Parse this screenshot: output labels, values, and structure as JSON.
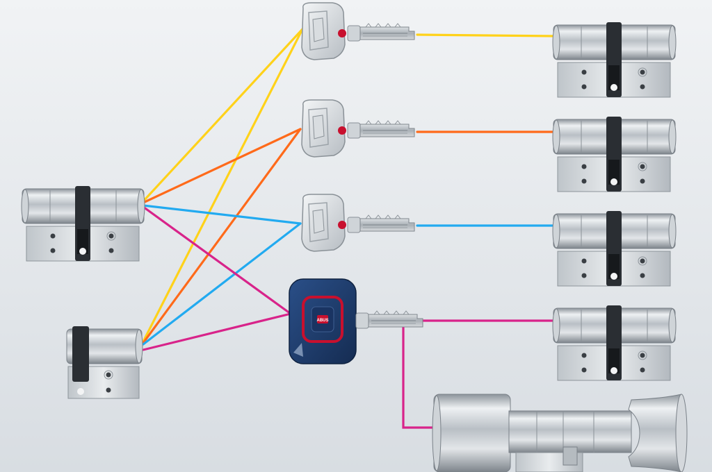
{
  "diagram": {
    "background": {
      "top": "#f1f3f5",
      "bottom": "#d8dde2"
    },
    "colors": {
      "line_yellow": "#ffd21a",
      "line_orange": "#ff6a1a",
      "line_blue": "#22aaf0",
      "line_magenta": "#d8238a",
      "cylinder_metal": "#c9ced3",
      "cylinder_dark": "#2a2e33",
      "transponder_body": "#1e3d6e",
      "brand_red": "#c8102e"
    },
    "master_cylinders": [
      {
        "name": "master-cylinder-top",
        "icon": "double-cylinder-icon"
      },
      {
        "name": "master-cylinder-bottom",
        "icon": "half-cylinder-icon"
      }
    ],
    "keys": [
      {
        "name": "key-yellow",
        "icon": "key-icon",
        "line_color": "line_yellow"
      },
      {
        "name": "key-orange",
        "icon": "key-icon",
        "line_color": "line_orange"
      },
      {
        "name": "key-blue",
        "icon": "key-icon",
        "line_color": "line_blue"
      },
      {
        "name": "key-magenta-transponder",
        "icon": "transponder-key-icon",
        "line_color": "line_magenta",
        "logo_text": "ABUS"
      }
    ],
    "target_cylinders": [
      {
        "name": "cylinder-yellow",
        "icon": "double-cylinder-icon"
      },
      {
        "name": "cylinder-orange",
        "icon": "double-cylinder-icon"
      },
      {
        "name": "cylinder-blue",
        "icon": "double-cylinder-icon"
      },
      {
        "name": "cylinder-magenta",
        "icon": "double-cylinder-icon"
      },
      {
        "name": "knob-cylinder-magenta",
        "icon": "knob-cylinder-icon"
      }
    ]
  }
}
